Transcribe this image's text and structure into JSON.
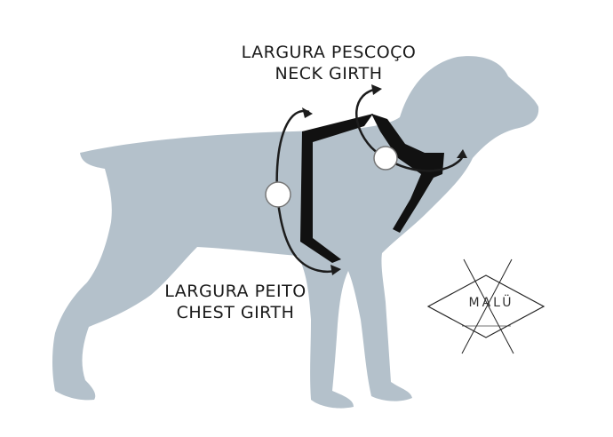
{
  "colors": {
    "silhouette": "#b4c1cb",
    "harness": "#111111",
    "arrow": "#1c1c1c",
    "ring_fill": "#ffffff",
    "label_text": "#1a1a1a"
  },
  "neck_girth": {
    "label_pt": "LARGURA PESCOÇO",
    "label_en": "NECK GIRTH"
  },
  "chest_girth": {
    "label_pt": "LARGURA PEITO",
    "label_en": "CHEST GIRTH"
  },
  "logo": {
    "text": "MALÜ"
  }
}
